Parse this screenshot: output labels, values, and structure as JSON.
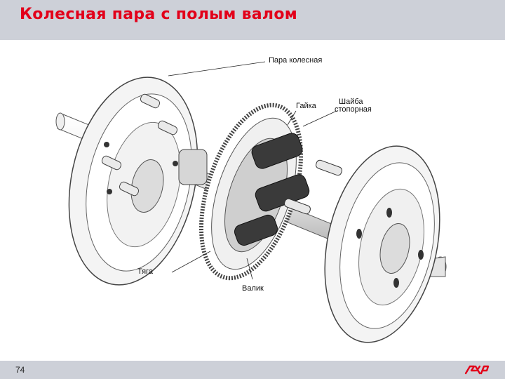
{
  "header": {
    "title": "Колесная пара с полым валом",
    "title_color": "#e2001a",
    "background": "#cdd0d8"
  },
  "labels": {
    "wheelset": "Пара колесная",
    "nut": "Гайка",
    "washer_line1": "Шайба",
    "washer_line2": "стопорная",
    "rod": "Тяга",
    "pin": "Валик"
  },
  "footer": {
    "page_number": "74",
    "logo_icon": "rzd-logo-icon"
  }
}
